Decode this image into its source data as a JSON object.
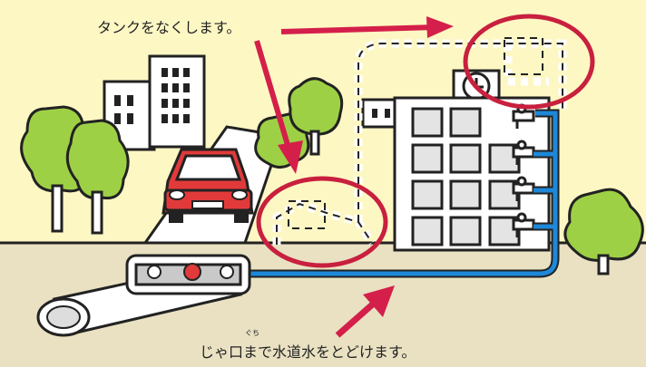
{
  "captions": {
    "top": "タンクをなくします。",
    "bottom": "じゃ口まで水道水をとどけます。",
    "ruby": "ぐち"
  },
  "colors": {
    "background": "#fdf7c4",
    "arrow": "#d41f4a",
    "circle": "#c8203e",
    "water_pipe": "#1e88d8",
    "tree": "#9ed046",
    "car": "#e23a3a",
    "ground": "#e9e1c2"
  },
  "icons": [
    "faucet-icon",
    "clock-icon",
    "water-meter-icon",
    "tree-icon",
    "car-icon"
  ]
}
